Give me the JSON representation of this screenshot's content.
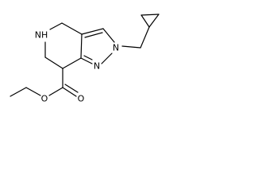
{
  "molecule": {
    "atoms": {
      "nh": "NH",
      "n_pyrazole_2": "N",
      "n_pyrazole_1": "N",
      "o_carbonyl": "O",
      "o_ester": "O"
    }
  },
  "colors": {
    "bond": "#000000",
    "text": "#000000",
    "background": "#ffffff"
  }
}
